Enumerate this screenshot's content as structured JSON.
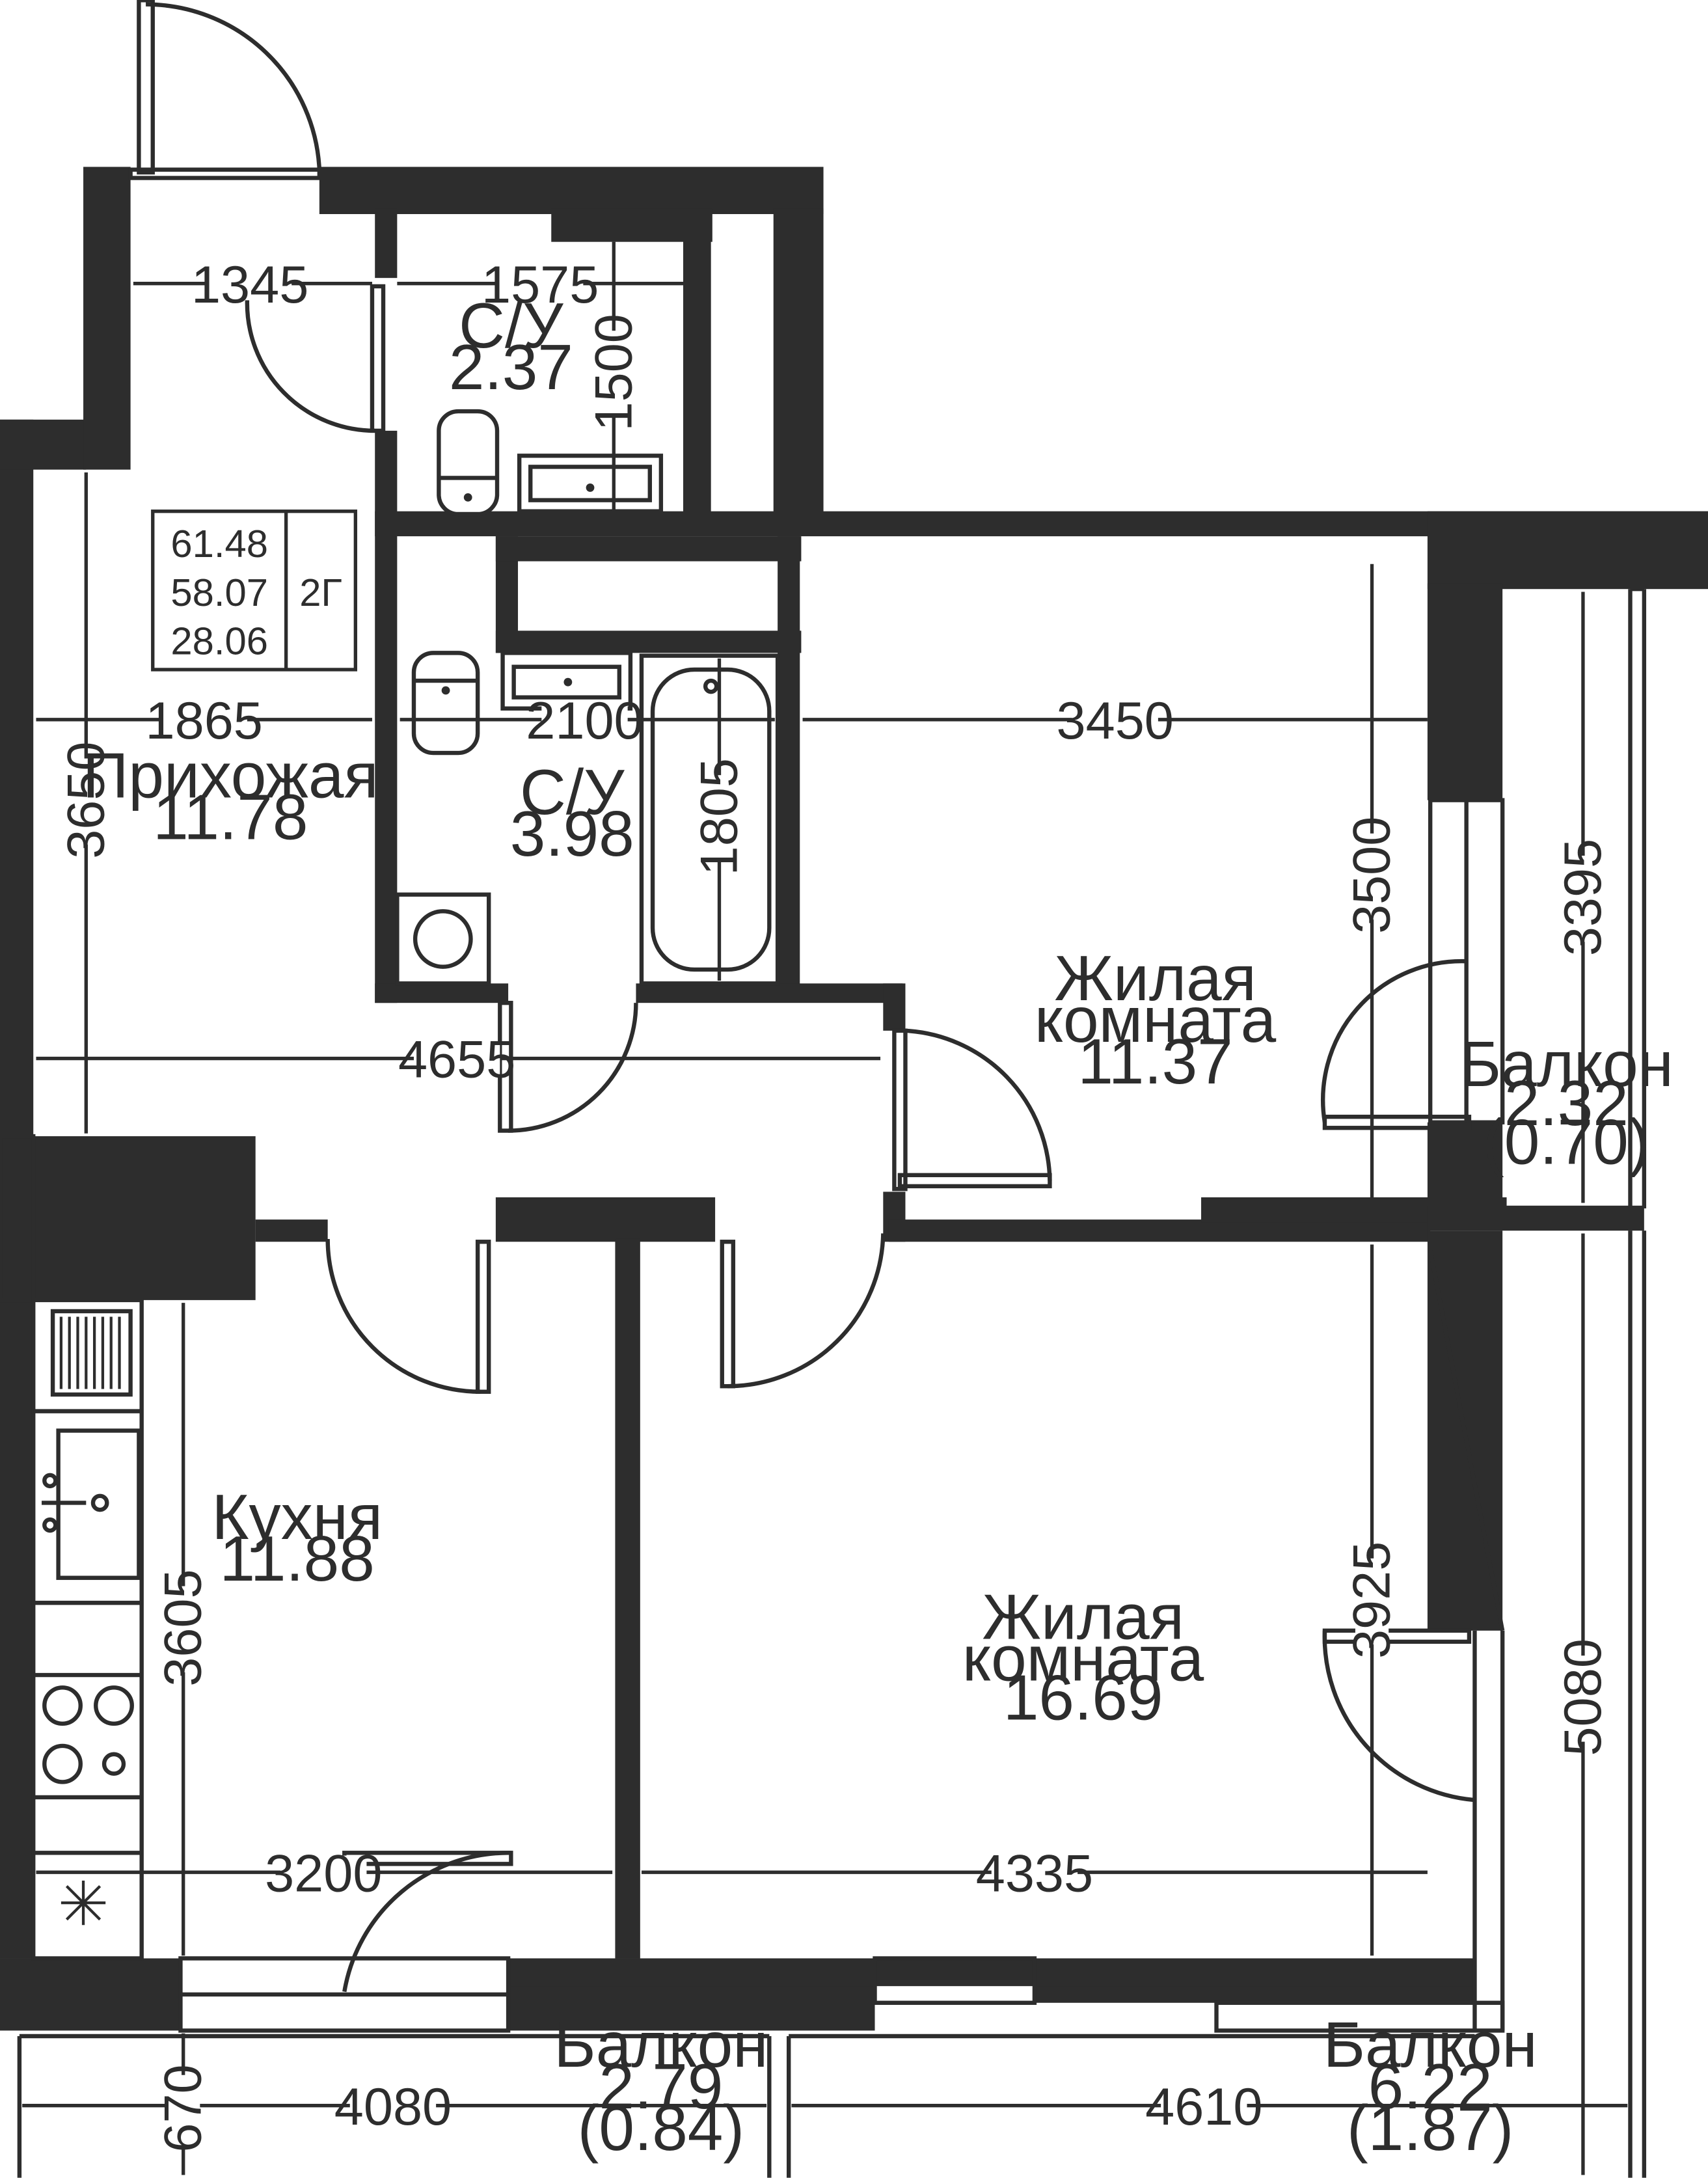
{
  "colors": {
    "wall": "#2d2d2d",
    "background": "#ffffff"
  },
  "apartment": {
    "total_area": "61.48",
    "living_area_total": "58.07",
    "living_area": "28.06",
    "type": "2Г"
  },
  "rooms": {
    "hallway": {
      "name": "Прихожая",
      "area": "11.78"
    },
    "bath_small": {
      "name": "С/У",
      "area": "2.37"
    },
    "bath_large": {
      "name": "С/У",
      "area": "3.98"
    },
    "bedroom_1": {
      "name_line1": "Жилая",
      "name_line2": "комната",
      "area": "11.37"
    },
    "bedroom_2": {
      "name_line1": "Жилая",
      "name_line2": "комната",
      "area": "16.69"
    },
    "kitchen": {
      "name": "Кухня",
      "area": "11.88"
    },
    "balcony_right": {
      "name": "Балкон",
      "area": "2.32",
      "reduced": "(0.70)"
    },
    "balcony_kitchen": {
      "name": "Балкон",
      "area": "2.79",
      "reduced": "(0.84)"
    },
    "balcony_bedroom": {
      "name": "Балкон",
      "area": "6.22",
      "reduced": "(1.87)"
    }
  },
  "dimensions": {
    "hall_top_width": "1345",
    "bath_small_width": "1575",
    "bath_small_height": "1500",
    "hall_width": "1865",
    "bath_large_width": "2100",
    "bedroom1_width": "3450",
    "hall_height": "3650",
    "bath_large_height": "1805",
    "bedroom1_height": "3500",
    "balcony_right_height": "3395",
    "corridor_width": "4655",
    "kitchen_height": "3605",
    "bedroom2_height": "3925",
    "balcony_bedroom_height": "5080",
    "kitchen_width": "3200",
    "bedroom2_width": "4335",
    "balcony_kitchen_depth": "670",
    "balcony_kitchen_width": "4080",
    "balcony_bedroom_width": "4610"
  }
}
